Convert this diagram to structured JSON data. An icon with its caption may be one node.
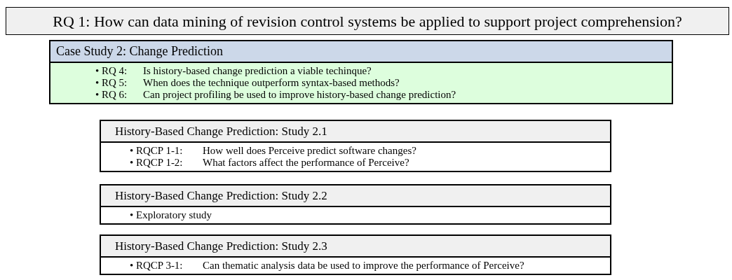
{
  "diagram": {
    "nodes": [
      {
        "text": [
          "RQ 1: How can data mining of revision control systems be applied to support project comprehension?"
        ]
      },
      {
        "text": [
          "Case Study 2: Change Prediction",
          "• RQ 4:",
          "Is history-based change prediction a viable techinque?",
          "• RQ 5:",
          "When does the technique outperform syntax-based methods?",
          "• RQ 6:",
          "Can project profiling be used to improve history-based change prediction?"
        ]
      },
      {
        "text": [
          "History-Based Change Prediction: Study 2.1",
          "• RQCP 1-1:",
          "How well does Perceive predict software changes?",
          "• RQCP 1-2:",
          "What factors affect the performance of Perceive?"
        ]
      },
      {
        "text": [
          "History-Based Change Prediction: Study 2.2",
          "• Exploratory study"
        ]
      },
      {
        "text": [
          "History-Based Change Prediction: Study 2.3",
          "• RQCP 3-1:",
          "Can thematic analysis data be used to improve the performance of Perceive?"
        ]
      }
    ]
  }
}
